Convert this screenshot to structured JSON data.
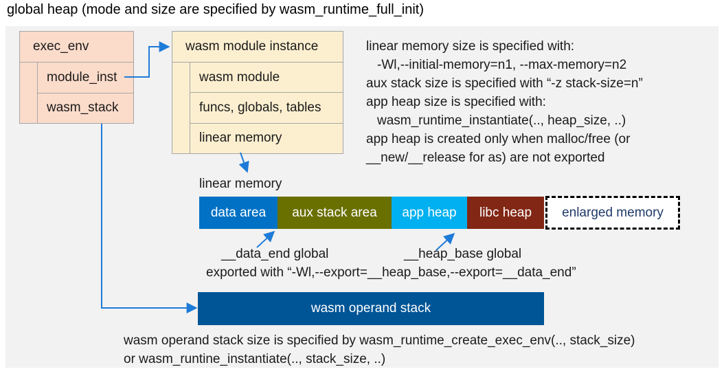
{
  "title": "global heap (mode and size are specified by wasm_runtime_full_init)",
  "exec_env": {
    "title": "exec_env",
    "rows": [
      "module_inst",
      "wasm_stack"
    ]
  },
  "module_instance": {
    "title": "wasm module instance",
    "rows": [
      "wasm module",
      "funcs, globals, tables",
      "linear memory"
    ]
  },
  "notes_right": {
    "lines": [
      "linear memory size is specified with:",
      "-Wl,--initial-memory=n1, --max-memory=n2",
      "aux stack size is specified with “-z stack-size=n”",
      "app heap size is specified with:",
      "wasm_runtime_instantiate(.., heap_size, ..)",
      "app heap is created only when malloc/free (or",
      "__new/__release for as) are not exported"
    ]
  },
  "linear_memory": {
    "label": "linear memory",
    "segments": [
      {
        "label": "data area",
        "color": "#0071c5",
        "text_color": "#ffffff"
      },
      {
        "label": "aux stack area",
        "color": "#6a7000",
        "text_color": "#ffffff"
      },
      {
        "label": "app heap",
        "color": "#00b0f0",
        "text_color": "#ffffff"
      },
      {
        "label": "libc heap",
        "color": "#822715",
        "text_color": "#ffffff"
      },
      {
        "label": "enlarged memory",
        "color": "#ffffff",
        "text_color": "#1f3a68",
        "border": "dashed"
      }
    ],
    "annotations": {
      "data_end": "__data_end global",
      "heap_base": "__heap_base global",
      "exported": "exported with “-Wl,--export=__heap_base,--export=__data_end”"
    }
  },
  "operand_stack": {
    "label": "wasm operand stack",
    "color": "#005596"
  },
  "notes_bottom": {
    "lines": [
      "wasm operand stack size is specified by wasm_runtime_create_exec_env(.., stack_size)",
      "or wasm_runtine_instantiate(.., stack_size, ..)"
    ]
  },
  "colors": {
    "arrow": "#1e7bd7",
    "panel_bg": "#f2f2f2",
    "exec_env_fill": "#fbdbca",
    "module_instance_fill": "#fcefd0",
    "box_border": "#a6a6a6"
  }
}
